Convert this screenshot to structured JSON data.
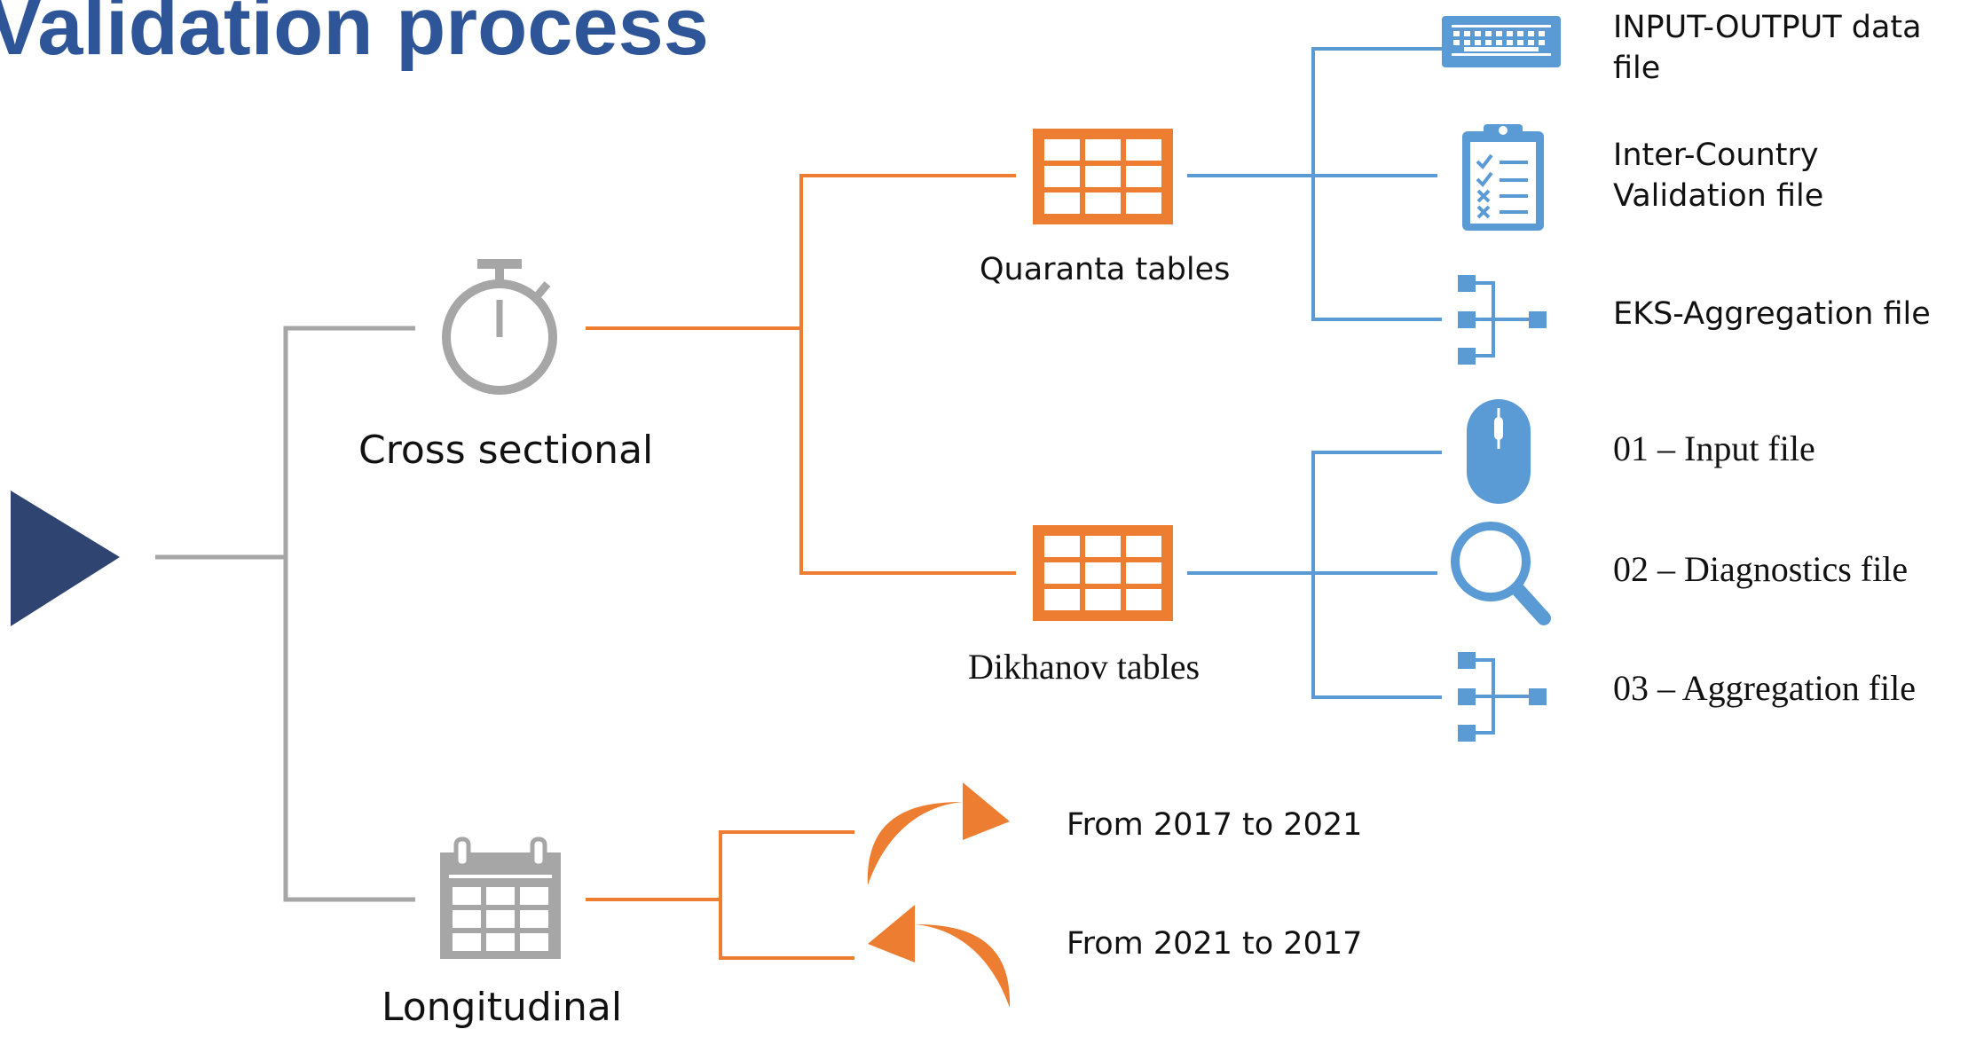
{
  "title": "Validation process",
  "colors": {
    "title": "#2E5597",
    "gray": "#A6A6A6",
    "orange": "#ED7D31",
    "blue": "#5B9BD5",
    "navy": "#2F4470"
  },
  "branches": {
    "cross_sectional": {
      "label": "Cross sectional",
      "icon": "stopwatch-icon",
      "children": [
        {
          "label": "Quaranta tables",
          "icon": "table-icon",
          "files": [
            {
              "label": "INPUT-OUTPUT data file",
              "icon": "keyboard-icon"
            },
            {
              "label": "Inter-Country Validation file",
              "icon": "clipboard-checklist-icon"
            },
            {
              "label": "EKS-Aggregation file",
              "icon": "hierarchy-icon"
            }
          ]
        },
        {
          "label": "Dikhanov tables",
          "icon": "table-icon",
          "files": [
            {
              "label": "01 – Input file",
              "icon": "mouse-icon"
            },
            {
              "label": "02 – Diagnostics file",
              "icon": "magnifier-icon"
            },
            {
              "label": "03 – Aggregation file",
              "icon": "hierarchy-icon"
            }
          ]
        }
      ]
    },
    "longitudinal": {
      "label": "Longitudinal",
      "icon": "calendar-icon",
      "children": [
        {
          "label": "From 2017 to 2021",
          "icon": "curved-arrow-right-icon"
        },
        {
          "label": "From 2021 to 2017",
          "icon": "curved-arrow-left-icon"
        }
      ]
    }
  }
}
